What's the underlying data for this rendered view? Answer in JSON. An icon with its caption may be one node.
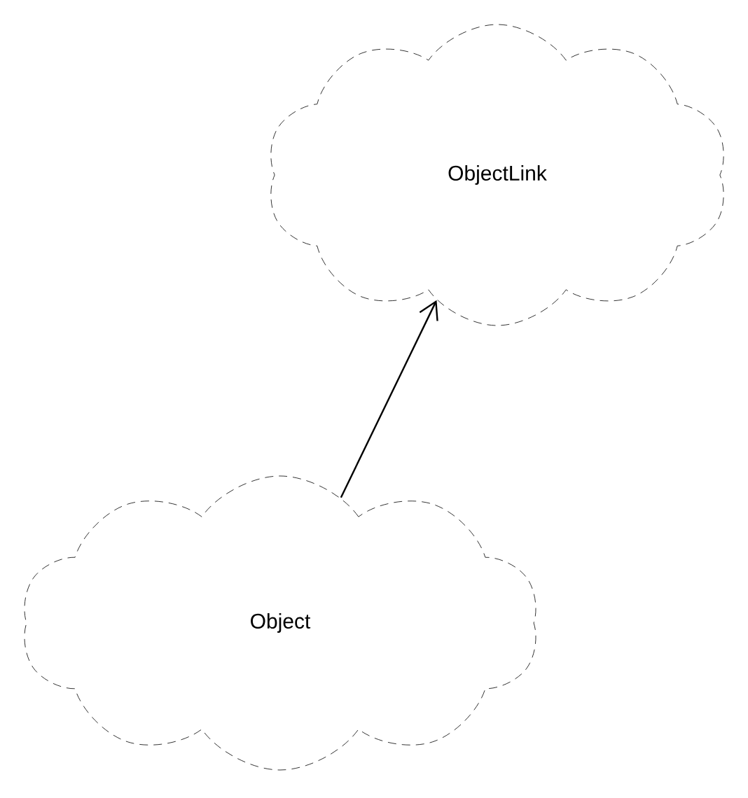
{
  "diagram": {
    "nodes": [
      {
        "text": [
          "ObjectLink"
        ]
      },
      {
        "text": [
          "Object"
        ]
      }
    ],
    "edges": [
      {
        "from": 1,
        "to": 0,
        "arrow": "to"
      }
    ]
  }
}
